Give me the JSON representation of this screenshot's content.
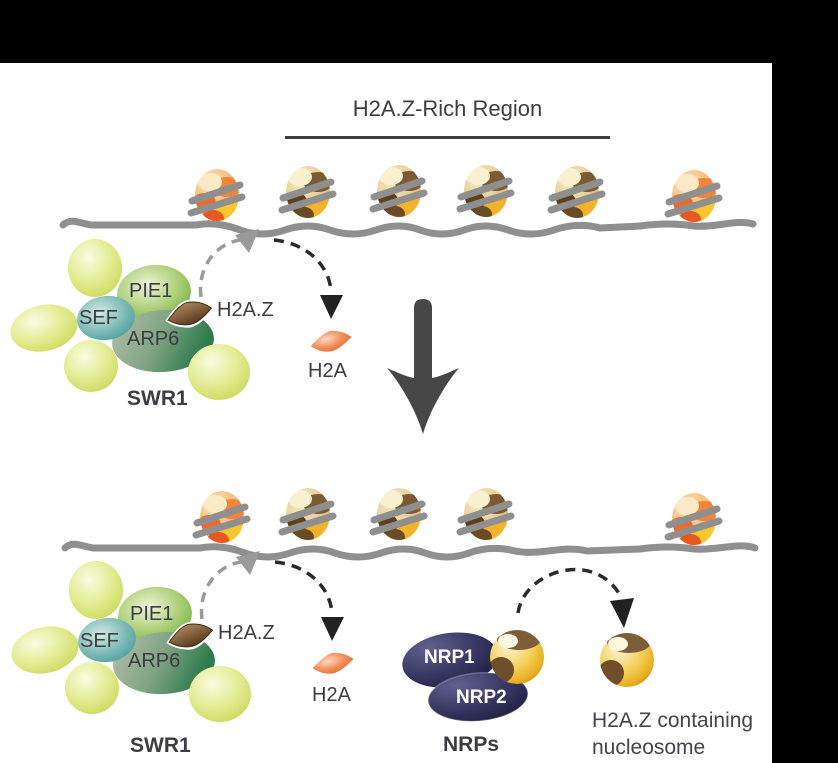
{
  "diagram": {
    "title": "H2A.Z-Rich Region",
    "top": {
      "swr1": {
        "pie1": "PIE1",
        "sef": "SEF",
        "arp6": "ARP6",
        "label": "SWR1"
      },
      "h2az": "H2A.Z",
      "h2a": "H2A"
    },
    "bottom": {
      "swr1": {
        "pie1": "PIE1",
        "sef": "SEF",
        "arp6": "ARP6",
        "label": "SWR1"
      },
      "h2az": "H2A.Z",
      "h2a": "H2A",
      "nrps": {
        "nrp1": "NRP1",
        "nrp2": "NRP2",
        "label": "NRPs"
      },
      "caption_line1": "H2A.Z containing",
      "caption_line2": "nucleosome"
    },
    "colors": {
      "dna_strand": "#8F8F8F",
      "process_arrow": "#474747",
      "text": "#3C3C44",
      "nrp_fill": "#26254A",
      "nucleosome_gold": "#EDB32B",
      "nucleosome_orange": "#ED6A2F",
      "nucleosome_brown": "#7C5A33",
      "h2a_histone": "#EE7B43",
      "h2az_histone": "#6B4B2B"
    }
  }
}
